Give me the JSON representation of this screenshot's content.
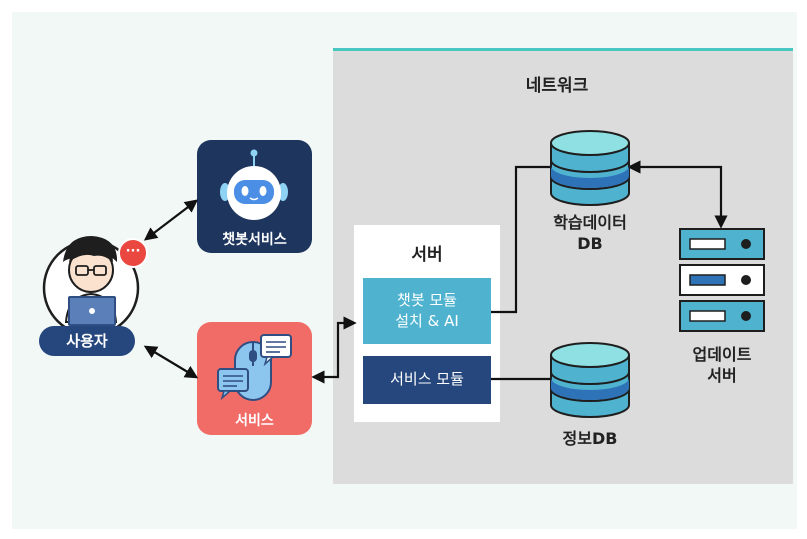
{
  "network": {
    "label": "네트워크"
  },
  "server": {
    "title": "서버",
    "modules": [
      {
        "line1": "챗봇 모듈",
        "line2": "설치 & AI"
      },
      {
        "line1": "서비스 모듈"
      }
    ]
  },
  "chatbot_service": {
    "label": "챗봇서비스"
  },
  "service": {
    "label": "서비스"
  },
  "user": {
    "label": "사용자",
    "bubble": "···"
  },
  "learning_db": {
    "line1": "학습데이터",
    "line2": "DB"
  },
  "info_db": {
    "label": "정보DB"
  },
  "update_server": {
    "line1": "업데이트",
    "line2": "서버"
  },
  "colors": {
    "navy": "#1e355e",
    "dark_blue": "#26477e",
    "coral": "#f16b67",
    "teal": "#47c7c0",
    "sky": "#4fb3d0",
    "gray_panel": "#dcdcdc"
  },
  "icons": [
    "robot-icon",
    "person-at-laptop-icon",
    "mouse-chat-icon",
    "database-icon",
    "server-rack-icon"
  ]
}
